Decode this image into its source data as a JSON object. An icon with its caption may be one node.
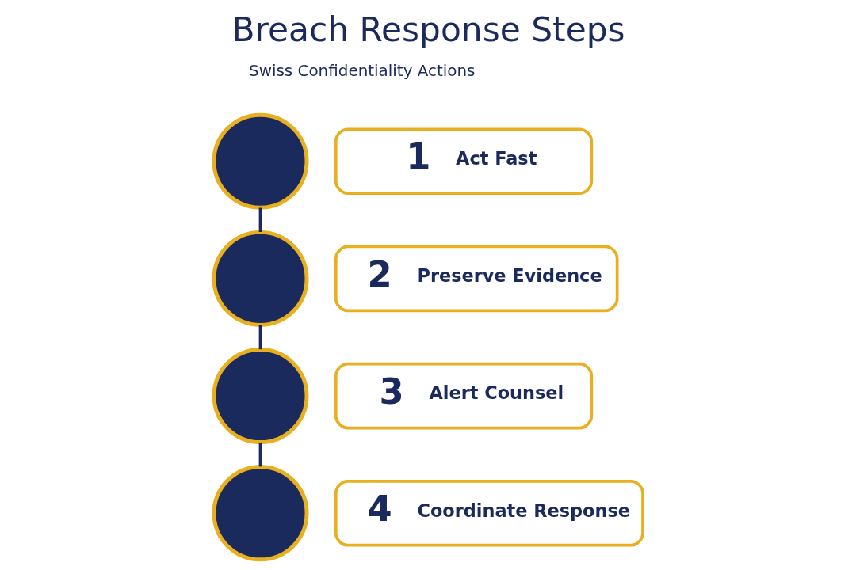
{
  "diagram": {
    "title": "Breach Response Steps",
    "nodes": [
      {
        "text": [],
        "shape": "circle"
      },
      {
        "text": [
          "1",
          "Act Fast"
        ]
      },
      {
        "text": [],
        "shape": "circle"
      },
      {
        "text": [
          "2",
          "Preserve Evidence"
        ]
      },
      {
        "text": [],
        "shape": "circle"
      },
      {
        "text": [
          "3",
          "Alert Counsel"
        ]
      },
      {
        "text": [],
        "shape": "circle"
      },
      {
        "text": [
          "4",
          "Coordinate Response"
        ]
      }
    ],
    "edges": [
      {
        "from": 0,
        "to": 2,
        "arrow": "none"
      },
      {
        "from": 2,
        "to": 4,
        "arrow": "none"
      },
      {
        "from": 4,
        "to": 6,
        "arrow": "none"
      }
    ],
    "labels": [
      "Swiss Confidentiality Actions"
    ]
  }
}
